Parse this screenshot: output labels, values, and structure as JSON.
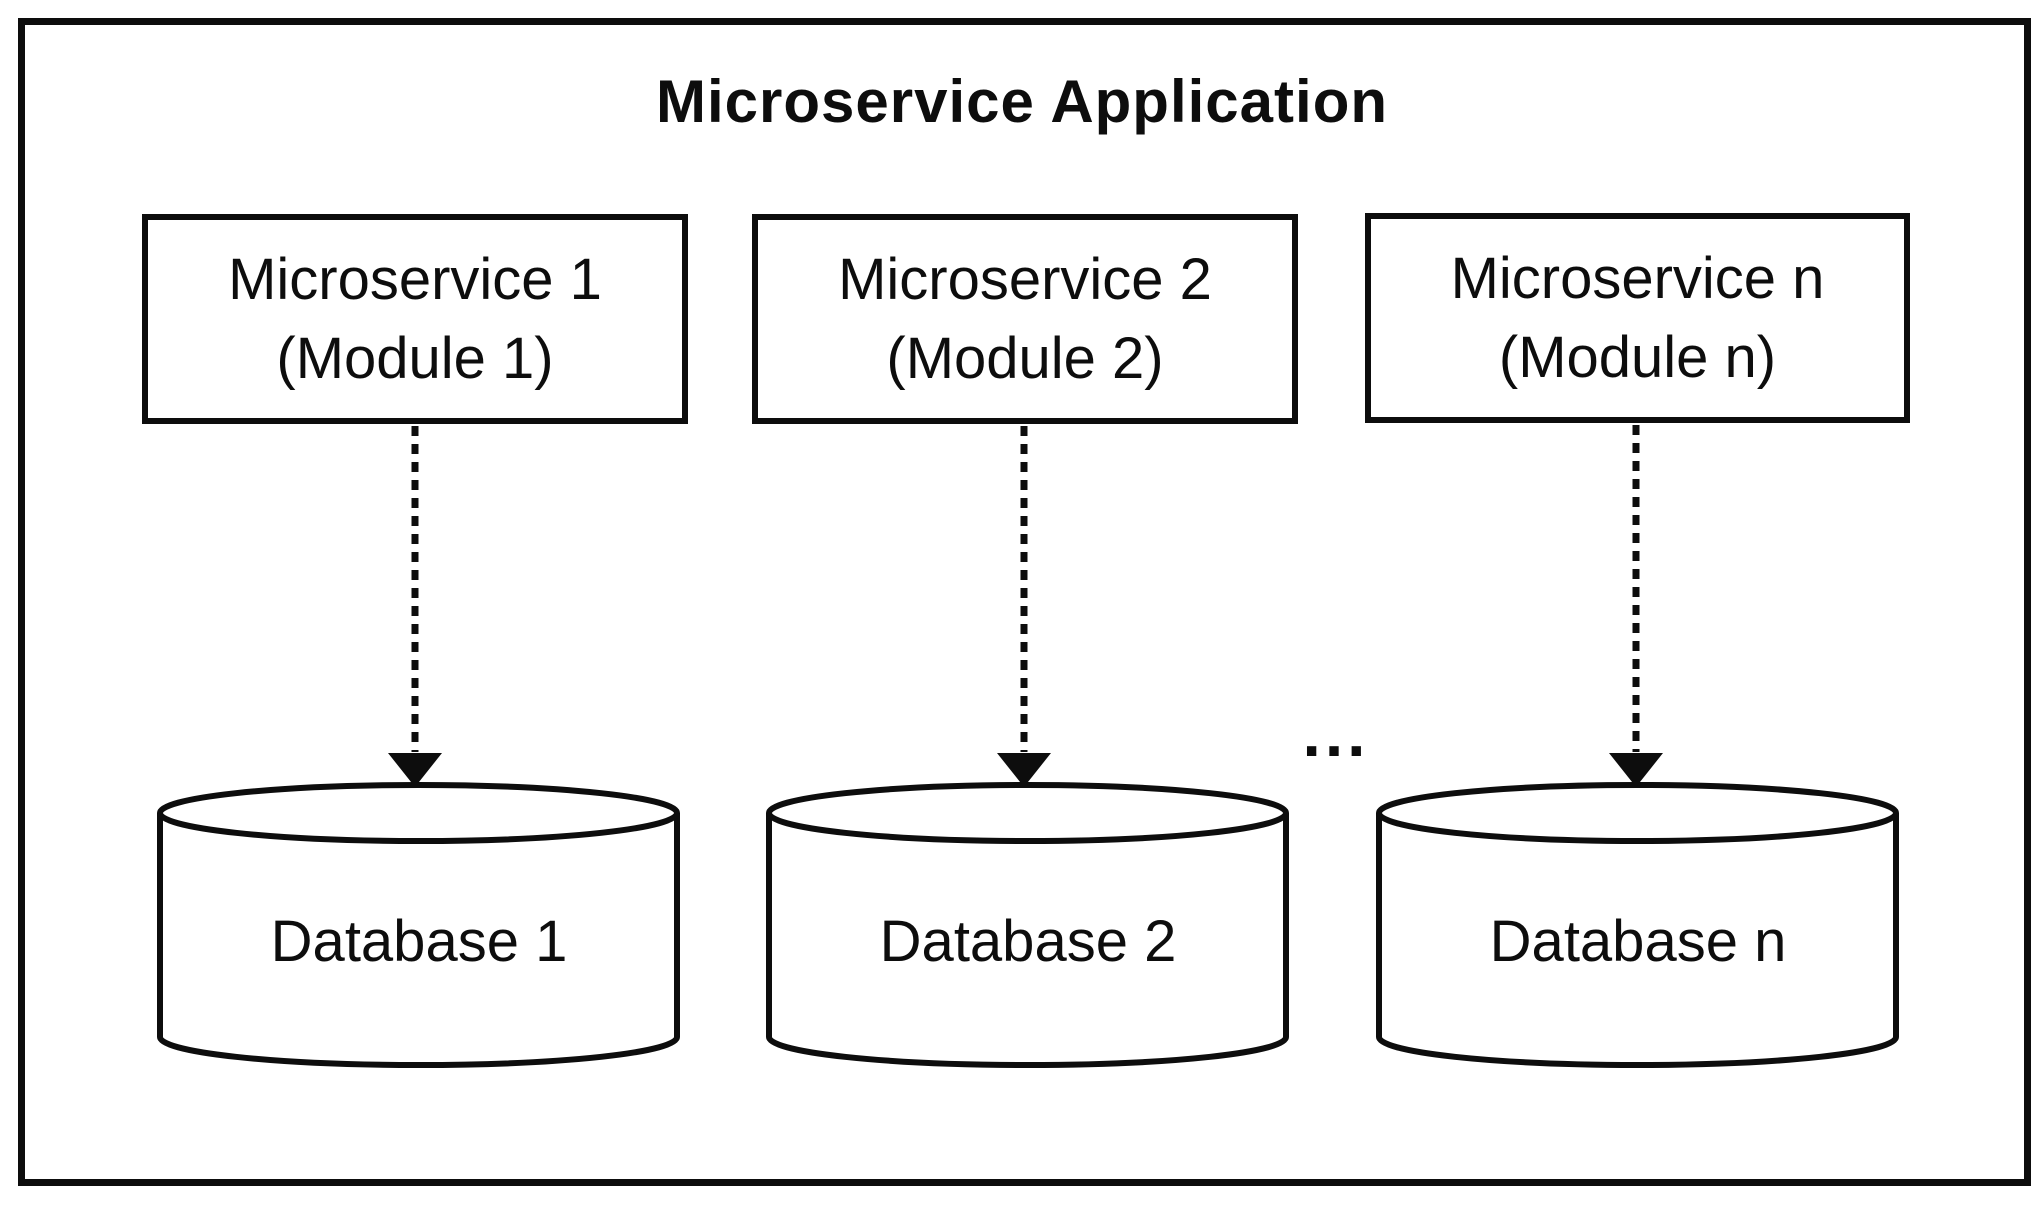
{
  "figure": {
    "title": "Microservice Application",
    "services": [
      {
        "name": "Microservice 1",
        "module": "(Module 1)"
      },
      {
        "name": "Microservice 2",
        "module": "(Module 2)"
      },
      {
        "name": "Microservice n",
        "module": "(Module n)"
      }
    ],
    "databases": [
      {
        "label": "Database 1"
      },
      {
        "label": "Database 2"
      },
      {
        "label": "Database n"
      }
    ],
    "ellipsis": "...",
    "colors": {
      "ink": "#0d0d0d",
      "background": "#ffffff"
    }
  }
}
